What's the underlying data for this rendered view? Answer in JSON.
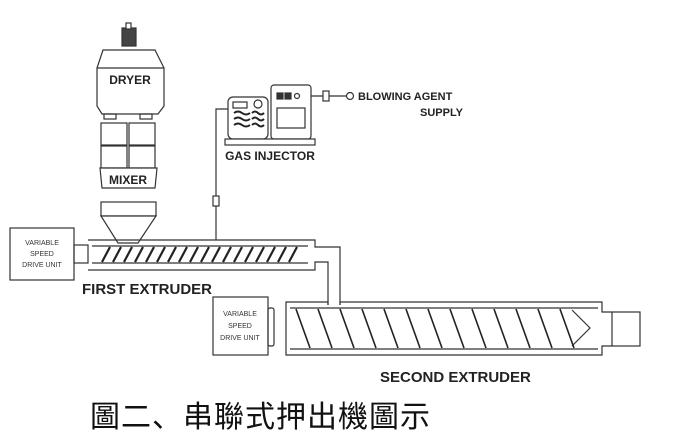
{
  "diagram": {
    "components": {
      "dryer": "DRYER",
      "mixer": "MIXER",
      "gas_injector": "GAS INJECTOR",
      "blowing_agent_line1": "BLOWING AGENT",
      "blowing_agent_line2": "SUPPLY",
      "drive1_line1": "VARIABLE",
      "drive1_line2": "SPEED",
      "drive1_line3": "DRIVE UNIT",
      "drive2_line1": "VARIABLE",
      "drive2_line2": "SPEED",
      "drive2_line3": "DRIVE UNIT",
      "first_extruder": "FIRST EXTRUDER",
      "second_extruder": "SECOND EXTRUDER"
    },
    "caption": "圖二、串聯式押出機圖示"
  }
}
